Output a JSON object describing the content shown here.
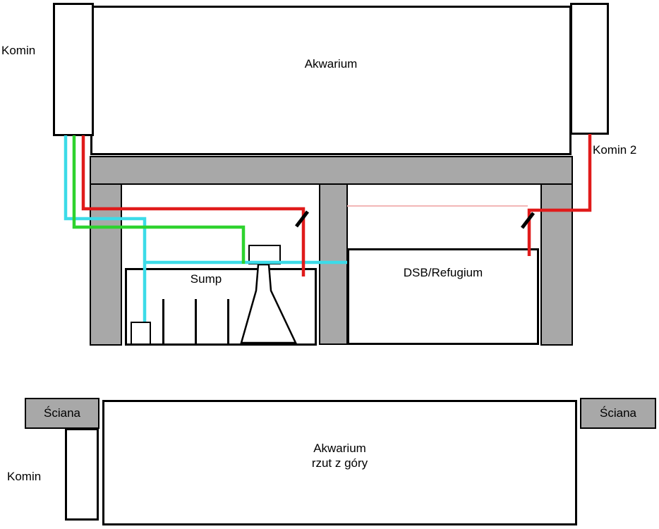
{
  "colors": {
    "pipe_red": "#e01b1b",
    "pipe_green": "#2ed32e",
    "pipe_cyan": "#3cdbe8",
    "stand_gray": "#a8a8a8",
    "faint_pipe_pink": "#f2b6b6",
    "outline_black": "#000000"
  },
  "side_view": {
    "komin_left_label": "Komin",
    "aquarium_label": "Akwarium",
    "komin2_label": "Komin 2",
    "sump_label": "Sump",
    "dsb_refugium_label": "DSB/Refugium"
  },
  "top_view": {
    "wall_left_label": "Ściana",
    "wall_right_label": "Ściana",
    "komin_label": "Komin",
    "aquarium_label_line1": "Akwarium",
    "aquarium_label_line2": "rzut z góry"
  }
}
